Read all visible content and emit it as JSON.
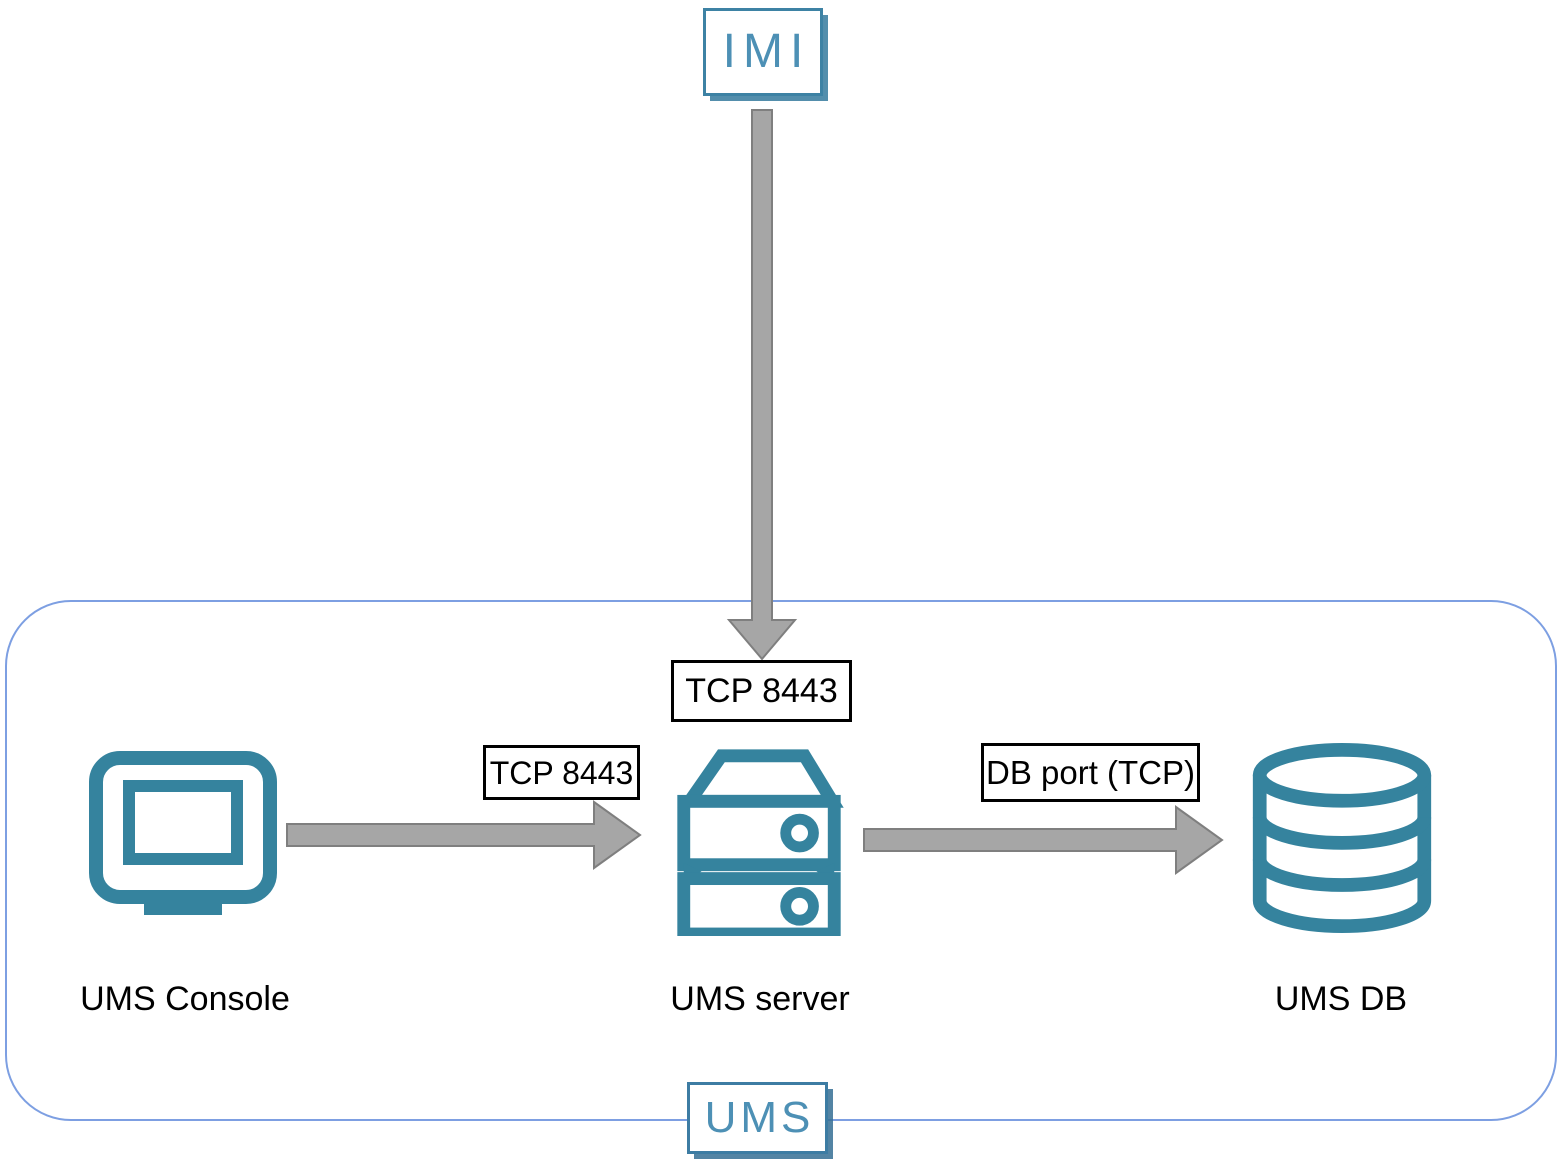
{
  "diagram": {
    "external_node": {
      "label": "IMI"
    },
    "boundary": {
      "label": "UMS"
    },
    "nodes": [
      {
        "id": "ums-console",
        "label": "UMS Console",
        "icon": "monitor-icon"
      },
      {
        "id": "ums-server",
        "label": "UMS server",
        "icon": "server-icon"
      },
      {
        "id": "ums-db",
        "label": "UMS DB",
        "icon": "database-icon"
      }
    ],
    "connections": [
      {
        "from": "IMI",
        "to": "UMS server",
        "label": "TCP 8443",
        "direction": "down"
      },
      {
        "from": "UMS Console",
        "to": "UMS server",
        "label": "TCP 8443",
        "direction": "right"
      },
      {
        "from": "UMS server",
        "to": "UMS DB",
        "label": "DB port (TCP)",
        "direction": "right"
      }
    ],
    "colors": {
      "icon_teal": "#35839E",
      "logo_blue": "#4D90B5",
      "logo_border": "#3D82A4",
      "boundary_border": "#7D9FE2",
      "arrow_fill": "#A6A6A6",
      "arrow_outline": "#7F7F7F",
      "label_border": "#000000",
      "text": "#000000"
    }
  }
}
